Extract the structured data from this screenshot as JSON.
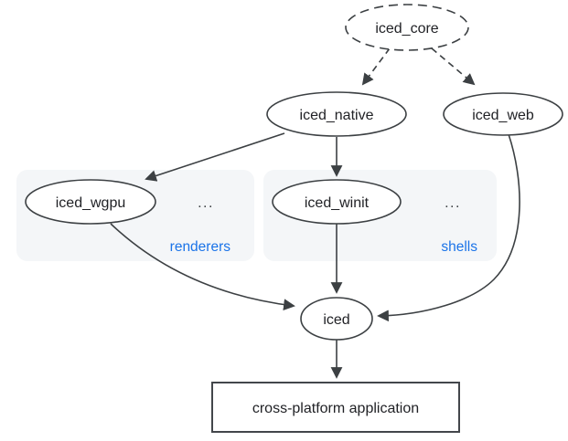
{
  "diagram": {
    "colors": {
      "line": "#3c4043",
      "text": "#212226",
      "accent_blue": "#1a73e8",
      "group_background": "#f4f6f8"
    },
    "nodes": {
      "iced_core": {
        "label": "iced_core"
      },
      "iced_native": {
        "label": "iced_native"
      },
      "iced_web": {
        "label": "iced_web"
      },
      "iced_wgpu": {
        "label": "iced_wgpu"
      },
      "iced_winit": {
        "label": "iced_winit"
      },
      "iced": {
        "label": "iced"
      },
      "application": {
        "label": "cross-platform application"
      }
    },
    "groups": {
      "renderers": {
        "label": "renderers",
        "ellipsis": "..."
      },
      "shells": {
        "label": "shells",
        "ellipsis": "..."
      }
    }
  }
}
